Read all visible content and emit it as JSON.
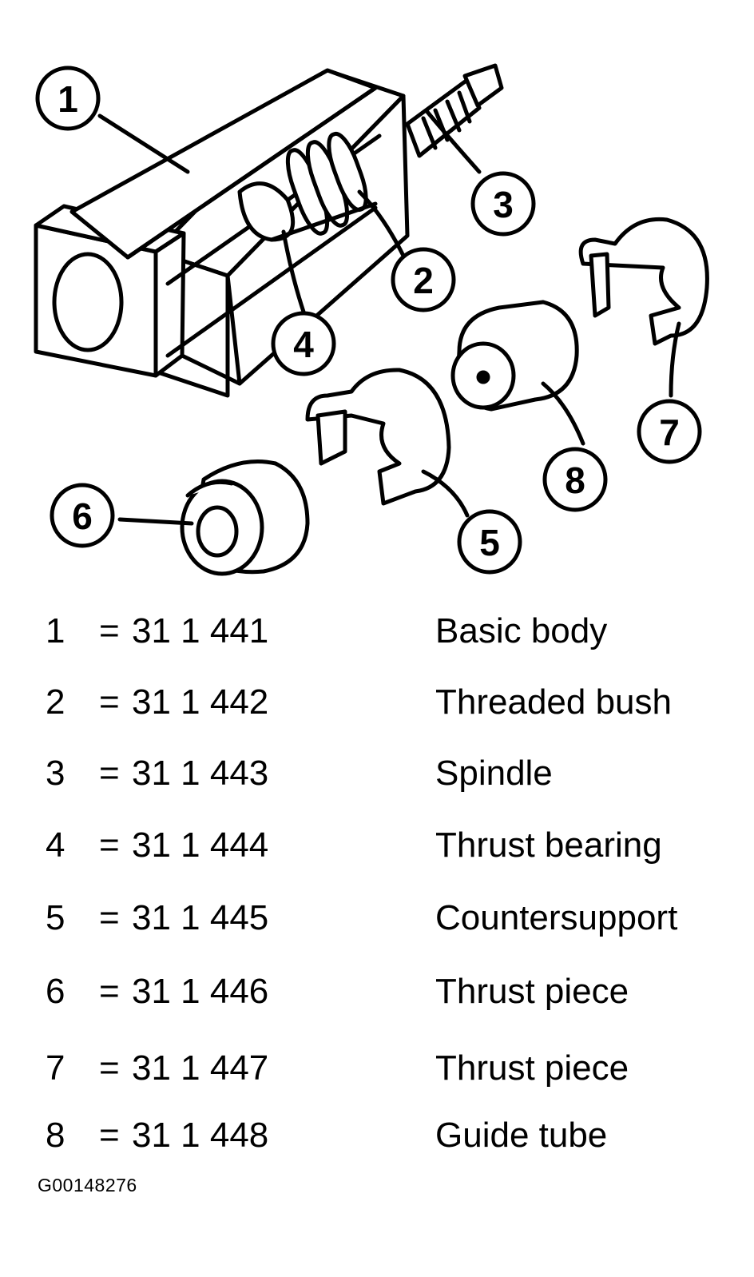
{
  "callouts": [
    "1",
    "2",
    "3",
    "4",
    "5",
    "6",
    "7",
    "8"
  ],
  "parts": [
    {
      "num": "1",
      "eq": "=",
      "code": "31 1 441",
      "name": "Basic body"
    },
    {
      "num": "2",
      "eq": "=",
      "code": "31 1 442",
      "name": "Threaded bush"
    },
    {
      "num": "3",
      "eq": "=",
      "code": "31 1 443",
      "name": "Spindle"
    },
    {
      "num": "4",
      "eq": "=",
      "code": "31 1 444",
      "name": "Thrust bearing"
    },
    {
      "num": "5",
      "eq": "=",
      "code": "31 1 445",
      "name": "Countersupport"
    },
    {
      "num": "6",
      "eq": "=",
      "code": "31 1 446",
      "name": "Thrust piece"
    },
    {
      "num": "7",
      "eq": "=",
      "code": "31 1 447",
      "name": "Thrust piece"
    },
    {
      "num": "8",
      "eq": "=",
      "code": "31 1 448",
      "name": "Guide tube"
    }
  ],
  "figure_id": "G00148276",
  "colors": {
    "ink": "#000000",
    "paper": "#ffffff"
  }
}
